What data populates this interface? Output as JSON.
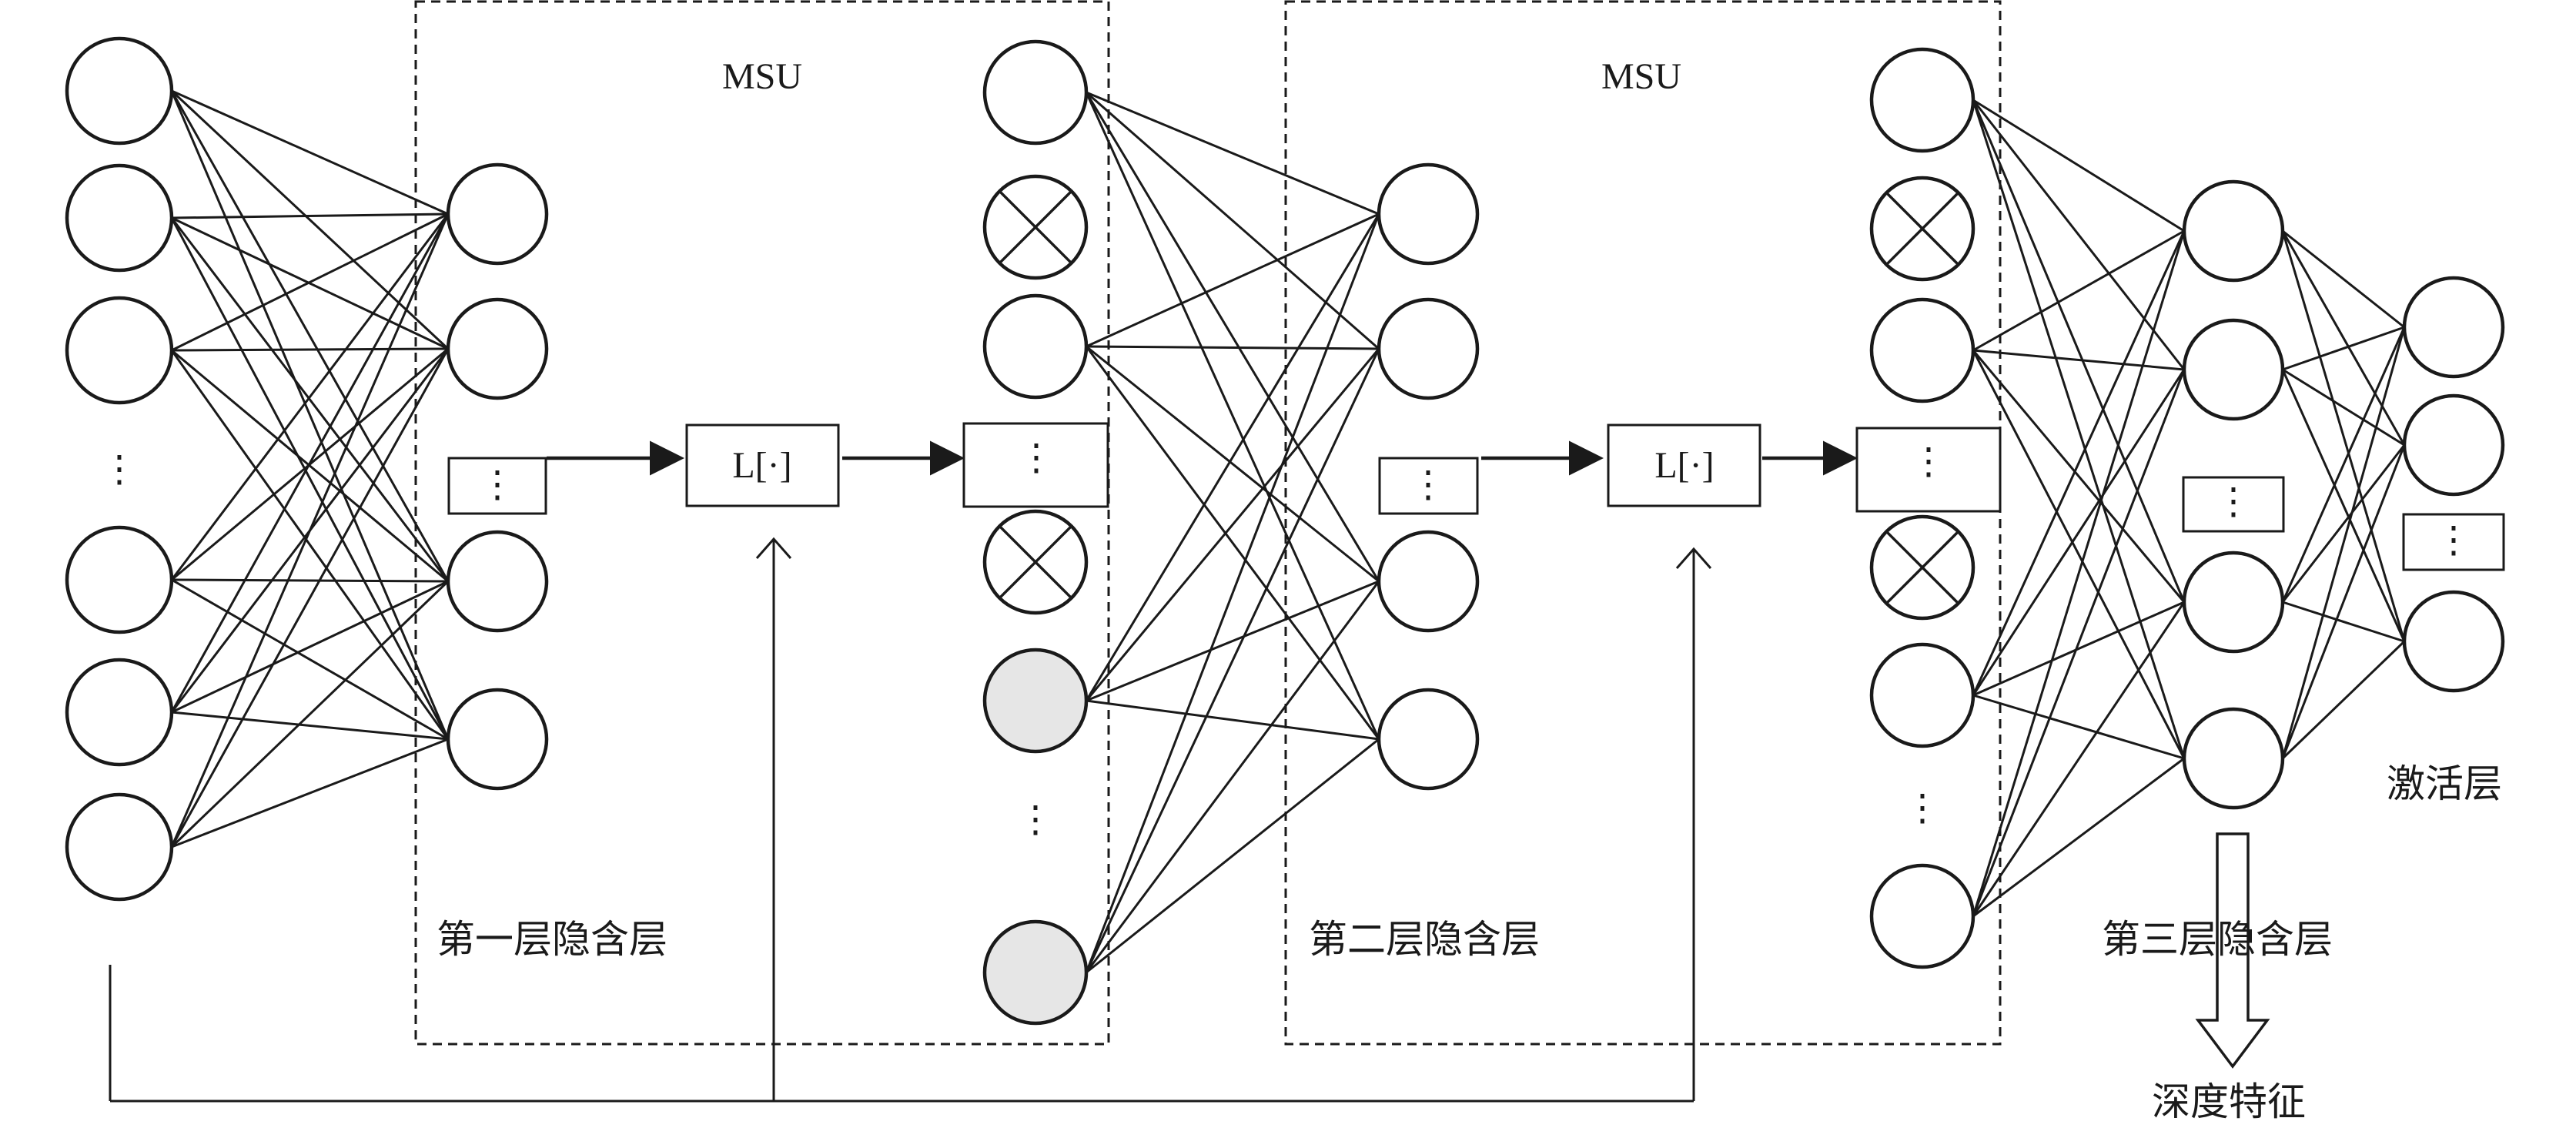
{
  "msu_units": [
    {
      "label": "MSU",
      "function_label": "L[·]",
      "layer_label": "第一层隐含层"
    },
    {
      "label": "MSU",
      "function_label": "L[·]",
      "layer_label": "第二层隐含层"
    }
  ],
  "third_layer_label": "第三层隐含层",
  "activation_label": "激活层",
  "output_label": "深度特征",
  "ellipsis": "⋮"
}
